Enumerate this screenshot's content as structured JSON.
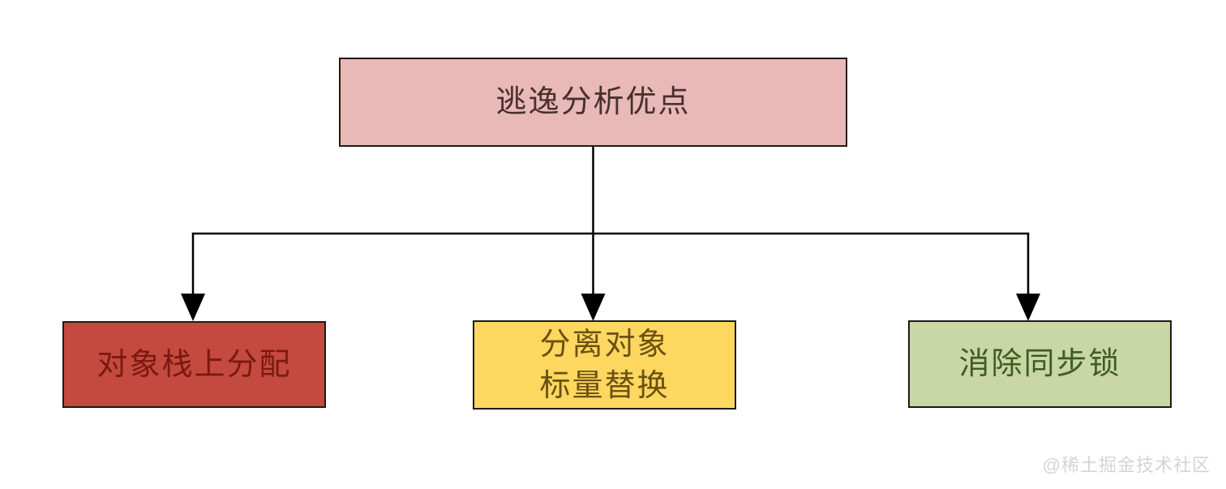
{
  "diagram": {
    "root": {
      "label": "逃逸分析优点",
      "fill": "#e8b9b6",
      "text_color": "#4a2f2c"
    },
    "children": [
      {
        "label": "对象栈上分配",
        "fill": "#c4493f",
        "text_color": "#7b190f"
      },
      {
        "label": "分离对象\n标量替换",
        "fill": "#fdd75f",
        "text_color": "#6b5112"
      },
      {
        "label": "消除同步锁",
        "fill": "#c8d7a4",
        "text_color": "#415c22"
      }
    ],
    "border_color": "#1f1a17",
    "connector_color": "#000000"
  },
  "watermark": {
    "label": "@稀土掘金技术社区",
    "color": "#d4d4d4"
  }
}
